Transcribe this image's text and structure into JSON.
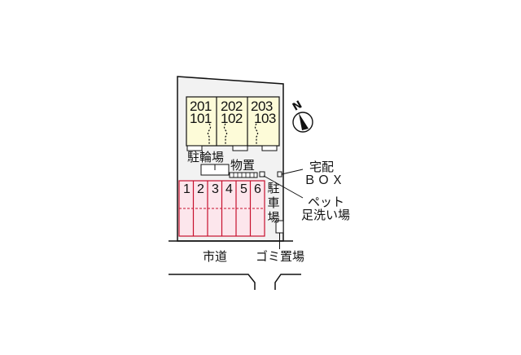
{
  "diagram": {
    "type": "site-plan",
    "colors": {
      "lot_fill": "#f2f2f2",
      "building_fill": "#fdfbd8",
      "parking_fill": "#fce6ec",
      "parking_line": "#c8102e",
      "outline": "#111111"
    },
    "units": [
      {
        "upper": "201",
        "lower": "101"
      },
      {
        "upper": "202",
        "lower": "102"
      },
      {
        "upper": "203",
        "lower": "103"
      }
    ],
    "parking": {
      "label_chars": [
        "駐",
        "車",
        "場"
      ],
      "spaces": [
        "1",
        "2",
        "3",
        "4",
        "5",
        "6"
      ]
    },
    "labels": {
      "bicycle_parking": "駐輪場",
      "storage": "物置",
      "delivery_box_line1": "宅配",
      "delivery_box_line2": "ＢＯＸ",
      "pet_wash_line1": "ペット",
      "pet_wash_line2": "足洗い場",
      "garbage": "ゴミ置場",
      "road": "市道"
    },
    "compass": {
      "north_label": "N",
      "icon": "compass-north-arrow"
    }
  }
}
